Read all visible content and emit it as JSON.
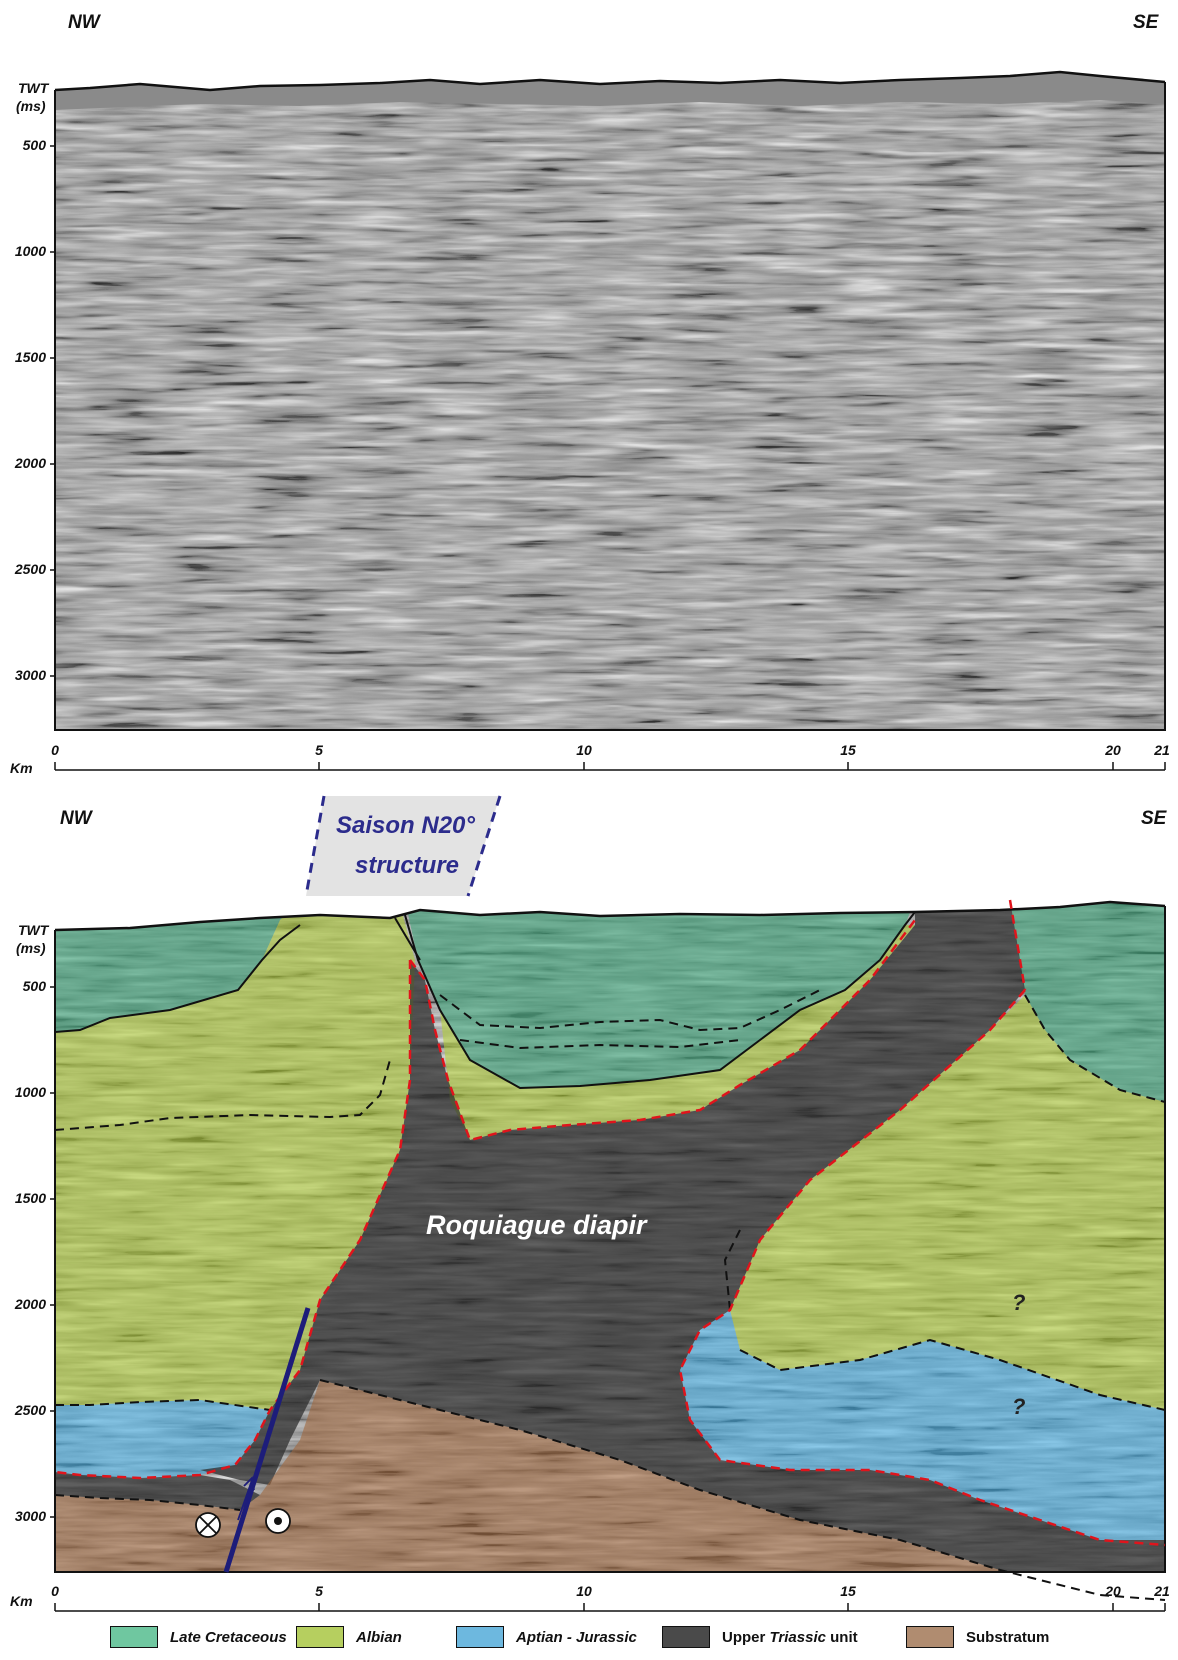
{
  "top_panel": {
    "left_dir": "NW",
    "right_dir": "SE",
    "y_title_1": "TWT",
    "y_title_2": "(ms)",
    "y_ticks": [
      "500",
      "1000",
      "1500",
      "2000",
      "2500",
      "3000"
    ],
    "x_title": "Km",
    "x_ticks": [
      "0",
      "5",
      "10",
      "15",
      "20",
      "21"
    ]
  },
  "bottom_panel": {
    "left_dir": "NW",
    "right_dir": "SE",
    "y_title_1": "TWT",
    "y_title_2": "(ms)",
    "y_ticks": [
      "500",
      "1000",
      "1500",
      "2000",
      "2500",
      "3000"
    ],
    "x_title": "Km",
    "x_ticks": [
      "0",
      "5",
      "10",
      "15",
      "20",
      "21"
    ],
    "structure_label_1": "Saison N20°",
    "structure_label_2": "structure",
    "diapir_label": "Roquiague diapir",
    "question_marks": [
      "?",
      "?"
    ]
  },
  "legend": {
    "items": [
      {
        "label": "Late Cretaceous",
        "color": "#6fc7a0"
      },
      {
        "label": "Albian",
        "color": "#b6cf5f"
      },
      {
        "label": "Aptian - Jurassic",
        "color": "#6db8df"
      },
      {
        "label_pre": "Upper ",
        "label_italic": "Triassic",
        "label_post": " unit",
        "color": "#4a4a4a"
      },
      {
        "label": "Substratum",
        "color": "#b08c70"
      }
    ]
  },
  "colors": {
    "late_cretaceous": "#5fa98c",
    "albian": "#a7bf5a",
    "aptian_jurassic": "#68a9c6",
    "triassic": "#575757",
    "substratum": "#9c7e69",
    "fault": "#1d1d7a",
    "salt_boundary": "#e0141c",
    "structure_box": "#e3e3e3",
    "structure_text": "#2c2c8c"
  }
}
